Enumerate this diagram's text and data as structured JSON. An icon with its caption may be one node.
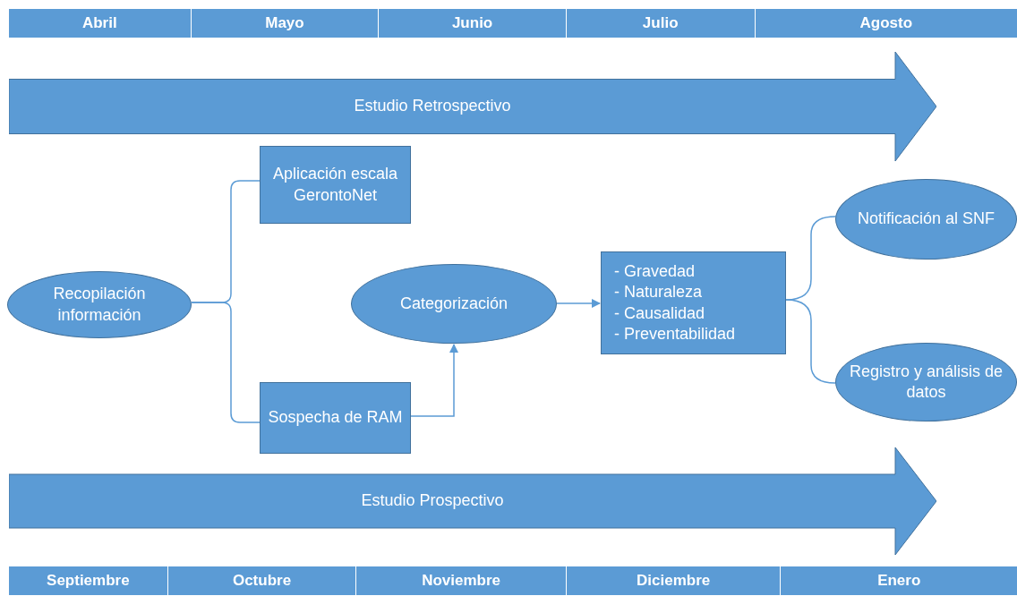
{
  "diagram": {
    "nodes": [
      {
        "text": [
          "Estudio Retrospectivo"
        ]
      },
      {
        "text": [
          "Aplicación escala GerontoNet"
        ]
      },
      {
        "text": [
          "Recopilación información"
        ]
      },
      {
        "text": [
          "Categorización"
        ]
      },
      {
        "text": [
          "- Gravedad",
          "- Naturaleza",
          "- Causalidad",
          "- Preventabilidad"
        ]
      },
      {
        "text": [
          "Sospecha de RAM"
        ]
      },
      {
        "text": [
          "Notificación al SNF"
        ]
      },
      {
        "text": [
          "Registro y análisis de datos"
        ]
      },
      {
        "text": [
          "Estudio Prospectivo"
        ]
      }
    ],
    "edges": [
      {
        "from": 2,
        "to": 1,
        "arrow": "none"
      },
      {
        "from": 2,
        "to": 5,
        "arrow": "none"
      },
      {
        "from": 5,
        "to": 3,
        "arrow": "to"
      },
      {
        "from": 3,
        "to": 4,
        "arrow": "to"
      },
      {
        "from": 4,
        "to": 6,
        "arrow": "none"
      },
      {
        "from": 4,
        "to": 7,
        "arrow": "none"
      }
    ],
    "labels": [
      "Abril",
      "Mayo",
      "Junio",
      "Julio",
      "Agosto",
      "Septiembre",
      "Octubre",
      "Noviembre",
      "Diciembre",
      "Enero"
    ]
  }
}
